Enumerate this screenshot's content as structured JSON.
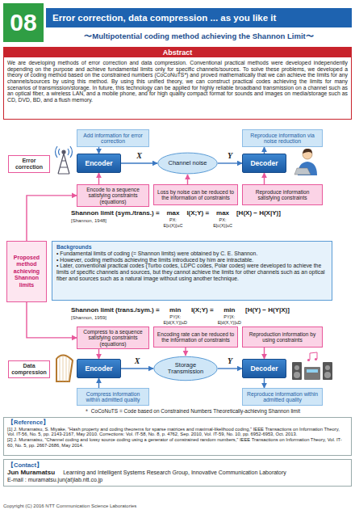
{
  "diagram": {
    "title": "Error correction, data compression ... as you like it",
    "nodes": [
      {
        "text": [
          "08"
        ]
      },
      {
        "text": [
          "Abstract",
          "We are developing methods of error correction and data compression. Conventional practical methods were developed independently depending on the purpose and achieve fundamental limits only for specific channels/sources. To solve these problems, we developed a theory of coding method based on the constrained numbers (CoCoNuTS*) and proved mathematically that we can achieve the limits for any channels/sources by using this method. By using this unified theory, we can construct practical codes achieving the limits for many scenarios of transmission/storage. In future, this technology can be applied for highly reliable broadband transmission on a channel such as an optical fiber, a wireless LAN, and a mobile phone, and for high quality compact format for sounds and images on media/storage such as CD, DVD, BD, and a flush memory."
        ]
      },
      {
        "text": [
          "Add information for error correction"
        ]
      },
      {
        "text": [
          "Reproduce information via noise reduction"
        ]
      },
      {
        "text": [
          "Error correction"
        ]
      },
      {
        "text": [
          "Encoder"
        ]
      },
      {
        "text": [
          "Channel noise"
        ]
      },
      {
        "text": [
          "Decoder"
        ]
      },
      {
        "text": [
          "Encode to a sequence satisfying constraints (equations)"
        ]
      },
      {
        "text": [
          "Loss by noise can be reduced to the information of constraints"
        ]
      },
      {
        "text": [
          "Reproduce information satisfying constraints"
        ]
      },
      {
        "text": [
          "Proposed method achieving Shannon limits"
        ]
      },
      {
        "text": [
          "Backgrounds",
          "• Fundamental limits of coding (= Shannon limits) were obtained by C. E. Shannon.",
          "• However, coding methods achieving the limits introduced by him are intractable.",
          "• Later, conventional practical codes (Turbo codes, LDPC codes, Polar codes) were developed to achieve the limits of specific channels and sources, but they cannot achieve the limits for other channels such as an optical fiber and sources such as a natural image without using another technique."
        ]
      },
      {
        "text": [
          "Compress to a sequence satisfying constraints (equations)"
        ]
      },
      {
        "text": [
          "Encoding rate can be reduced to the information of constraints"
        ]
      },
      {
        "text": [
          "Reproduction information by using constraints"
        ]
      },
      {
        "text": [
          "Data compression"
        ]
      },
      {
        "text": [
          "Encoder"
        ]
      },
      {
        "text": [
          "Storage Transmission"
        ]
      },
      {
        "text": [
          "Decoder"
        ]
      },
      {
        "text": [
          "Compress information within admitted quality"
        ]
      },
      {
        "text": [
          "Reproduce information within admitted quality"
        ]
      },
      {
        "text": [
          "【Reference】",
          "[1] J. Muramatsu, S. Miyake, \"Hash property and coding theorems for sparse matrices and maximal-likelihood coding,\" IEEE Transactions on Information Theory, Vol. IT-56, No. 5, pp. 2143-2167, May 2010. Corrections: Vol. IT-58, No. 8, p. 4762, Sep. 2010, Vol. IT-59, No. 10, pp. 6952-6953, Oct. 2013.",
          "[2] J. Muramatsu, \"Channel coding and lossy source coding using a generator of constrained random numbers,\" IEEE Transactions on Information Theory, Vol. IT-60, No. 5, pp. 2667-2686, May 2014."
        ]
      },
      {
        "text": [
          "【Contact】",
          "Jun Muramatsu",
          "Learning and Intelligent Systems Research Group, Innovative Communication Laboratory",
          "E-mail : muramatsu.jun(at)lab.ntt.co.jp"
        ]
      }
    ],
    "edges": [
      {
        "from": 2,
        "to": 5,
        "arrow": "to"
      },
      {
        "from": 5,
        "to": 6,
        "label": "X",
        "arrow": "to"
      },
      {
        "from": 6,
        "to": 7,
        "label": "Y",
        "arrow": "to"
      },
      {
        "from": 7,
        "to": 3,
        "arrow": "to"
      },
      {
        "from": 8,
        "to": 5,
        "arrow": "to"
      },
      {
        "from": 9,
        "to": 6,
        "arrow": "to"
      },
      {
        "from": 10,
        "to": 7,
        "arrow": "to"
      },
      {
        "from": 11,
        "to": 8,
        "arrow": "to"
      },
      {
        "from": 11,
        "to": 13,
        "arrow": "to"
      },
      {
        "from": 13,
        "to": 17,
        "arrow": "to"
      },
      {
        "from": 14,
        "to": 18,
        "arrow": "to"
      },
      {
        "from": 15,
        "to": 19,
        "arrow": "to"
      },
      {
        "from": 17,
        "to": 18,
        "label": "X",
        "arrow": "to"
      },
      {
        "from": 18,
        "to": 19,
        "label": "Y",
        "arrow": "to"
      },
      {
        "from": 20,
        "to": 17,
        "arrow": "to"
      },
      {
        "from": 19,
        "to": 21,
        "arrow": "to"
      }
    ],
    "labels": [
      "〜Multipotential coding method achieving the Shannon Limit〜",
      "Shannon limit (sym./trans.) =",
      "[Shannon, 1948]",
      "max",
      "PX:",
      "E[c(X)]≤C",
      "I(X;Y) =",
      "max",
      "PX:",
      "E[c(X)]≤C",
      "[H(X) − H(X|Y)]",
      "Shannon limit (trans./sym.) =",
      "[Shannon, 1959]",
      "min",
      "PY|X:",
      "E[d(X,Y)]≤D",
      "I(X;Y) =",
      "min",
      "PY|X:",
      "E[d(X,Y)]≤D",
      "[H(Y) − H(Y|X)]",
      "＊ CoCoNuTS = Code based on Constrained Numbers Theoretically-achieving Shannon limit",
      "Copyright (C) 2016 NTT Communication Science Laboratories"
    ]
  }
}
